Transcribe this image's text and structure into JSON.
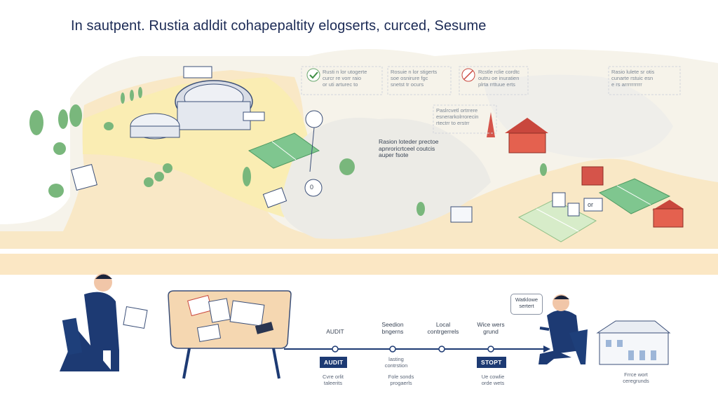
{
  "title": "In sautpent. Rustia adldit cohapepaltity elogserts, curced, Sesume",
  "map_notes": [
    {
      "id": "n1",
      "text": "Rusti n lor utogerte\ncurcr re vorr raio\nor uti arturec to"
    },
    {
      "id": "n2",
      "text": "Rosuie n lor stigerts\nsoe osnirure fgc\nsnetst tr ocurs"
    },
    {
      "id": "n3",
      "text": "Rcstle rclie cordtc\noutru oe inuratien\nplrta rrttuue erts"
    },
    {
      "id": "n4",
      "text": "Paslrcvetl ortrrere\nesnerarkolrrorecin\nrtectrr to erstrr"
    },
    {
      "id": "n5",
      "text": "Rasio lulete sr otis\ncunarte rstuic esn\ne rs arrrrrrrrrr"
    }
  ],
  "center_note": "Rasion loteder prectoe\napnroricrtceel coutcis\nauper fsote",
  "map_signs": {
    "zero": "0",
    "or": "or"
  },
  "bubble": "Watklowe\nsertert",
  "steps": [
    {
      "label": "AUDIT",
      "sub": "Cvre orlit\ntaleerits"
    },
    {
      "label": "Seedion\nbngerns",
      "sub": "lasting\ncontrstion"
    },
    {
      "label": "Local\ncontrgerrels",
      "sub": "Fole sonds\nprogaerls"
    },
    {
      "label": "Wice wers\ngrund",
      "sub": "Ue cowlie\norde wets"
    }
  ],
  "badges": {
    "audit": "AUDIT",
    "stop": "STOPT"
  },
  "final_caption": "Frrce wort\nceregrunds"
}
